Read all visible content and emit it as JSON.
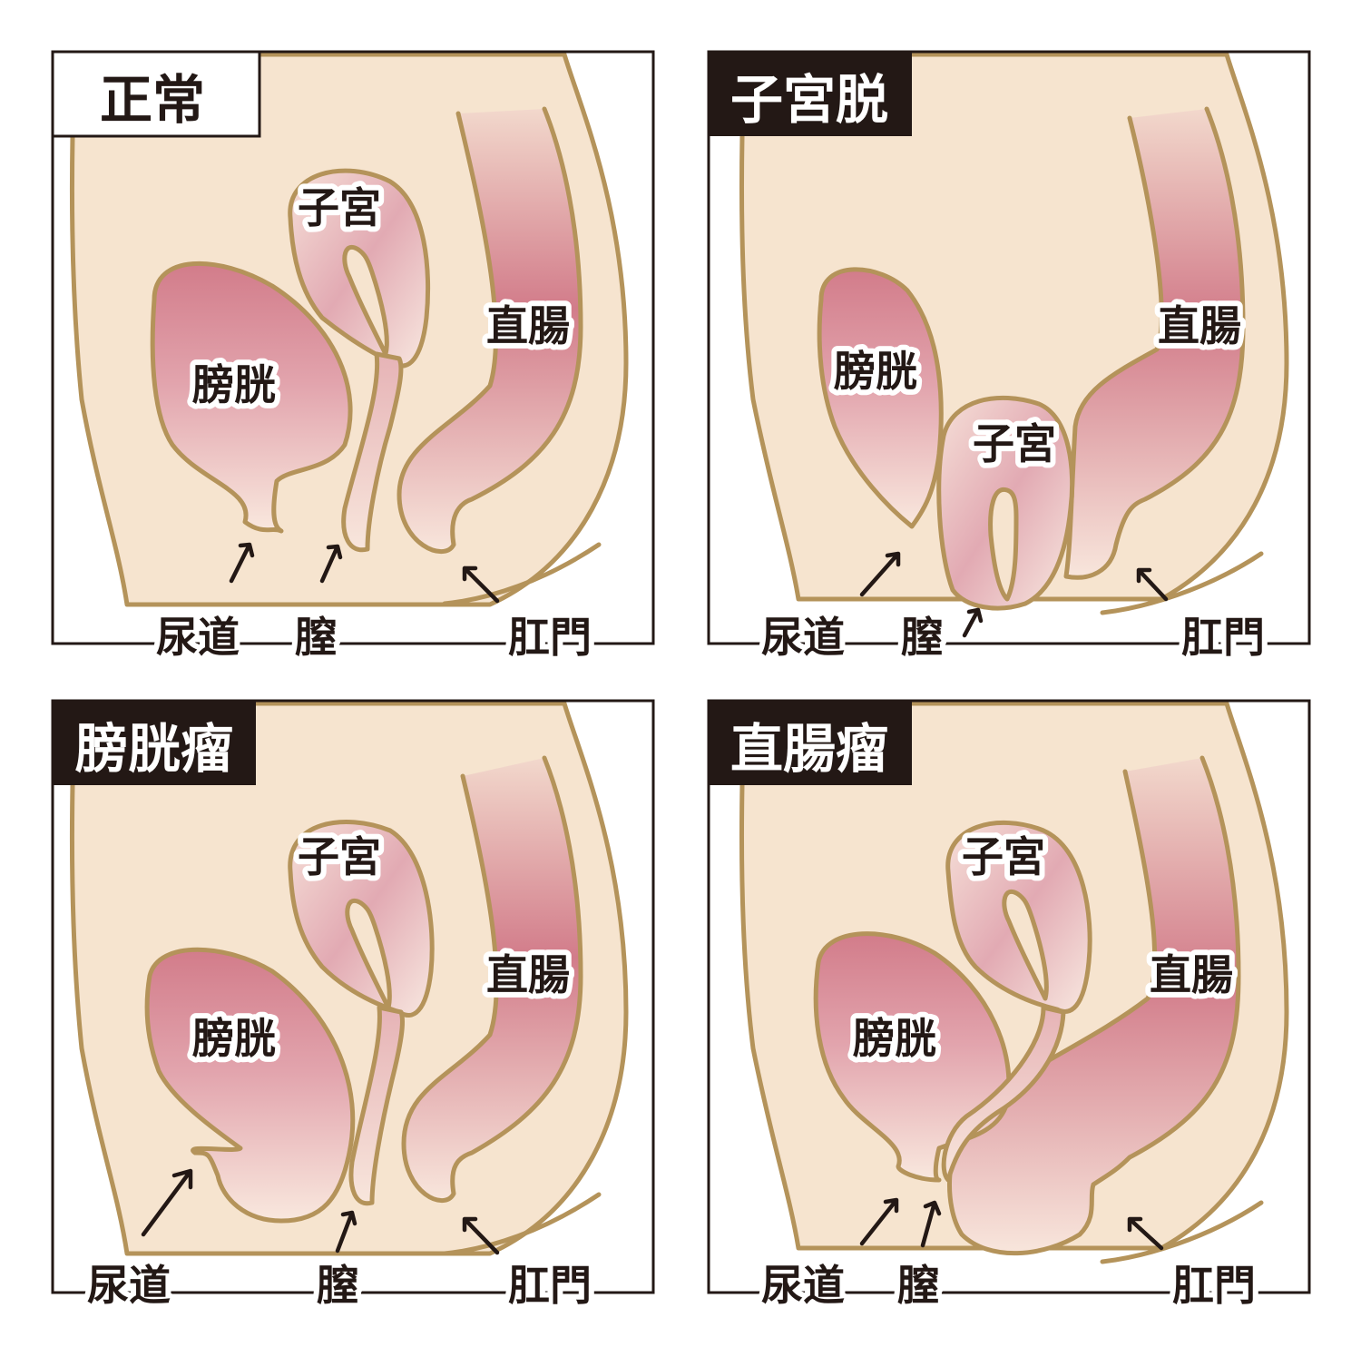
{
  "colors": {
    "skin": "#f6e4cf",
    "outline": "#b4935a",
    "organ_dark": "#d27c8a",
    "organ_light": "#f8e6dc",
    "frame": "#231815",
    "title_dark_bg": "#231815"
  },
  "panels": [
    {
      "id": "normal",
      "title": "正常",
      "title_style": "light",
      "labels": {
        "uterus": "子宮",
        "rectum": "直腸",
        "bladder": "膀胱",
        "urethra": "尿道",
        "vagina": "膣",
        "anus": "肛門"
      }
    },
    {
      "id": "uterine-prolapse",
      "title": "子宮脱",
      "title_style": "dark",
      "labels": {
        "uterus": "子宮",
        "rectum": "直腸",
        "bladder": "膀胱",
        "urethra": "尿道",
        "vagina": "膣",
        "anus": "肛門"
      }
    },
    {
      "id": "cystocele",
      "title": "膀胱瘤",
      "title_style": "dark",
      "labels": {
        "uterus": "子宮",
        "rectum": "直腸",
        "bladder": "膀胱",
        "urethra": "尿道",
        "vagina": "膣",
        "anus": "肛門"
      }
    },
    {
      "id": "rectocele",
      "title": "直腸瘤",
      "title_style": "dark",
      "labels": {
        "uterus": "子宮",
        "rectum": "直腸",
        "bladder": "膀胱",
        "urethra": "尿道",
        "vagina": "膣",
        "anus": "肛門"
      }
    }
  ]
}
